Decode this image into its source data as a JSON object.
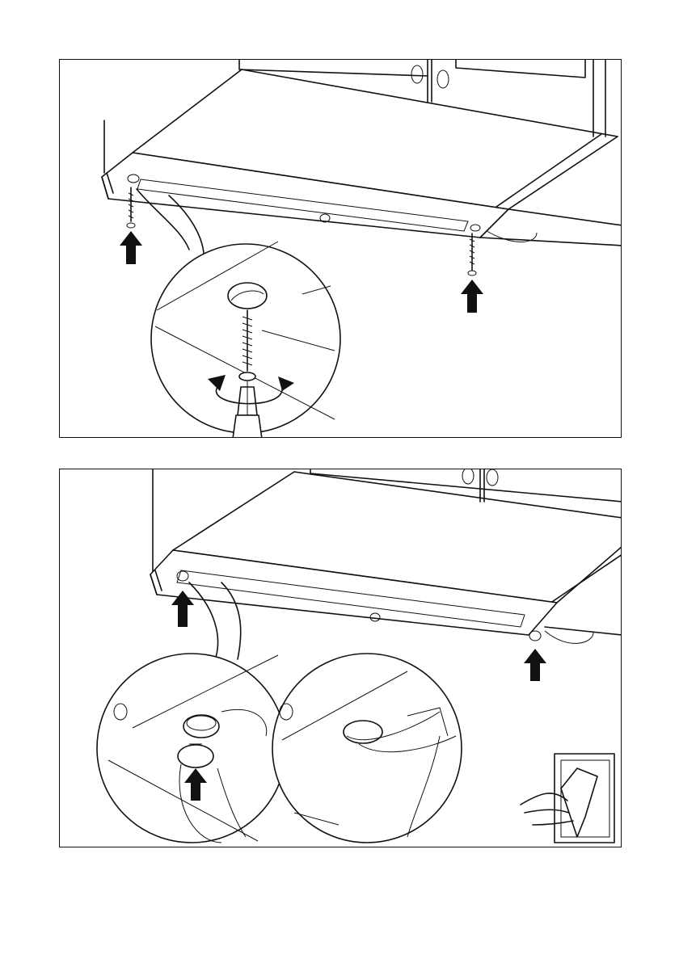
{
  "document": {
    "type": "installation-instructions-illustration",
    "panels": [
      {
        "id": "panel-1",
        "step": "fix-hood-with-screws",
        "icons": [
          "upward-arrow-icon",
          "upward-arrow-icon",
          "screw-icon",
          "screw-icon",
          "screwdriver-icon",
          "rotation-arrow-icon"
        ]
      },
      {
        "id": "panel-2",
        "step": "insert-cover-caps",
        "icons": [
          "upward-arrow-icon",
          "upward-arrow-icon",
          "cover-cap-icon",
          "finger-press-icon",
          "peel-off-sticker-icon"
        ]
      }
    ],
    "colors": {
      "line": "#111111",
      "background": "#ffffff"
    }
  }
}
